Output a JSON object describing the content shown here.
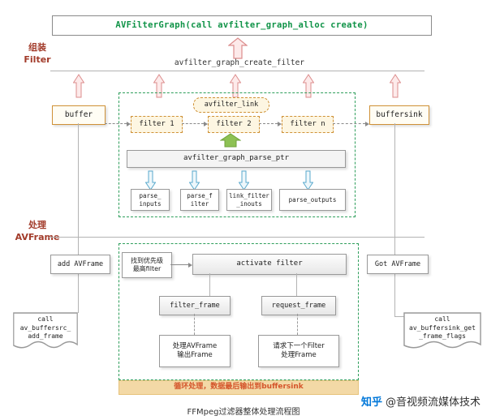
{
  "colors": {
    "green_text": "#0f9347",
    "red_label": "#a23b2a",
    "orange_border": "#cf9136",
    "orange_fill": "#fdf6e2",
    "orange_fill_light": "#fffdf4",
    "green_dash": "#2e9e5b",
    "bar_bg": "#f3d9a6",
    "bar_text": "#d4542a",
    "zhihu_blue": "#0077d9"
  },
  "header": {
    "graph_box": "AVFilterGraph(call avfilter_graph_alloc create)",
    "create_filter": "avfilter_graph_create_filter"
  },
  "labels": {
    "assemble": "组装\nFilter",
    "process": "处理\nAVFrame"
  },
  "nodes": {
    "buffer": "buffer",
    "buffersink": "buffersink",
    "avfilter_link": "avfilter_link",
    "filters": [
      "filter 1",
      "filter 2",
      "filter n"
    ],
    "parse_ptr": "avfilter_graph_parse_ptr",
    "parse_boxes": [
      "parse_\ninputs",
      "parse_f\nilter",
      "link_filter\n_inouts",
      "parse_outputs"
    ],
    "add_frame": "add AVFrame",
    "got_frame": "Got AVFrame",
    "find_priority": "找到优先级\n最高filter",
    "activate": "activate filter",
    "filter_frame": "filter_frame",
    "request_frame": "request_frame",
    "process_output": "处理AVFrame\n输出Frame",
    "request_next": "请求下一个Filter\n处理Frame",
    "call_left": "call\nav_buffersrc_\nadd_frame",
    "call_right": "call\nav_buffersink_get\n_frame_flags"
  },
  "footer": {
    "loop_bar": "循环处理，数据最后输出到buffersink",
    "caption": "FFMpeg过滤器整体处理流程图",
    "watermark_brand": "知乎",
    "watermark_handle": "@音视频流媒体技术"
  }
}
